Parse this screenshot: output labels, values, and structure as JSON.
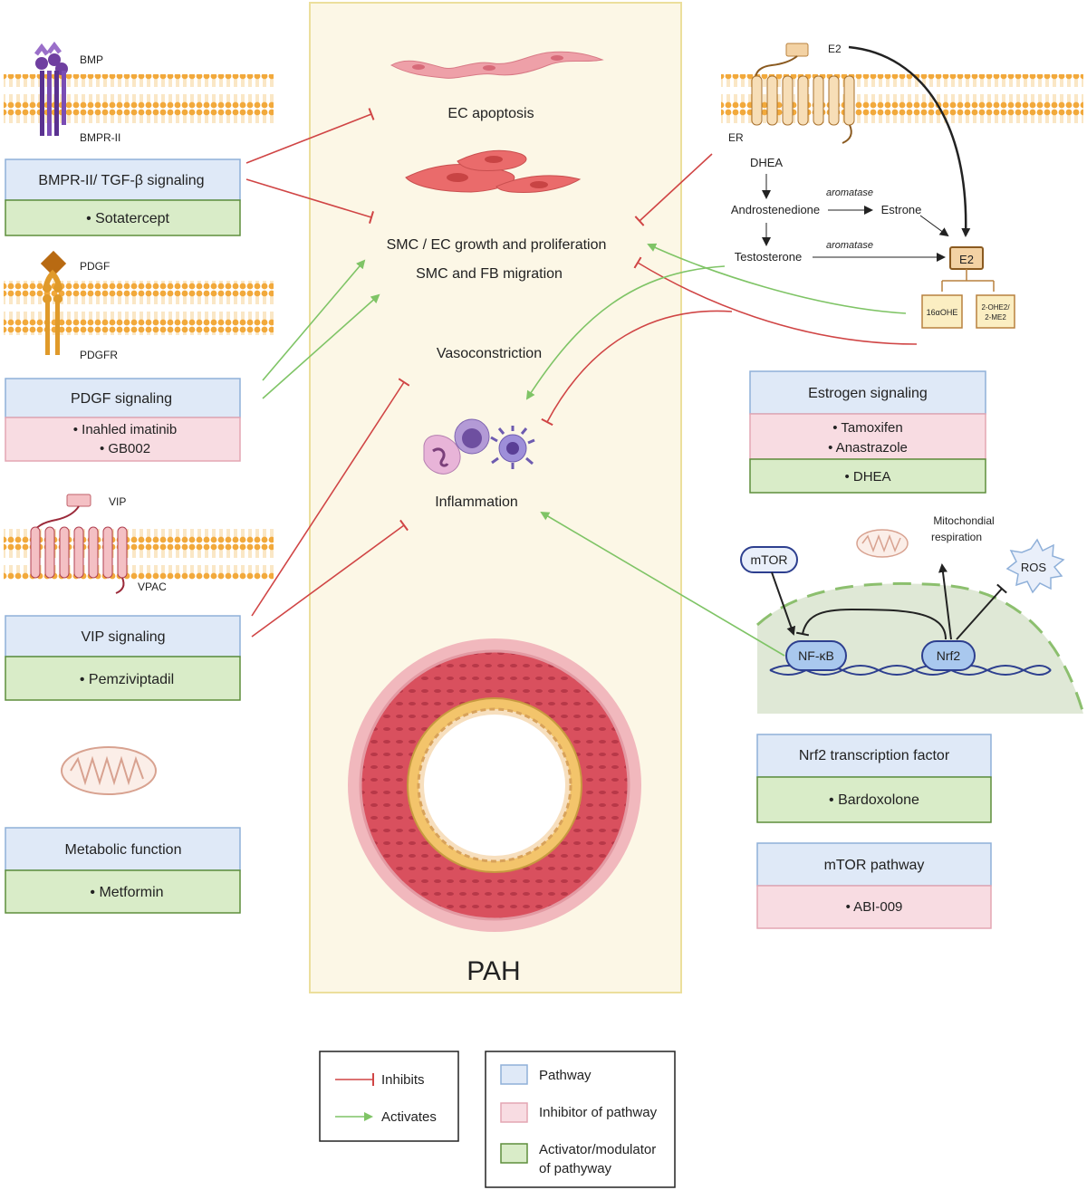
{
  "center": {
    "ec_apoptosis": "EC apoptosis",
    "growth": "SMC / EC growth and proliferation",
    "migration": "SMC and FB migration",
    "vasoconstriction": "Vasoconstriction",
    "inflammation": "Inflammation",
    "pah": "PAH"
  },
  "left": {
    "bmp_label": "BMP",
    "bmpr_label": "BMPR-II",
    "bmp_pathway": "BMPR-II/ TGF-β signaling",
    "bmp_drug": "• Sotatercept",
    "pdgf_label": "PDGF",
    "pdgfr_label": "PDGFR",
    "pdgf_pathway": "PDGF signaling",
    "pdgf_drug1": "• Inahled imatinib",
    "pdgf_drug2": "• GB002",
    "vip_label": "VIP",
    "vpac_label": "VPAC",
    "vip_pathway": "VIP signaling",
    "vip_drug": "• Pemziviptadil",
    "metabolic_pathway": "Metabolic function",
    "metabolic_drug": "• Metformin"
  },
  "right": {
    "e2_top": "E2",
    "er_label": "ER",
    "dhea": "DHEA",
    "androstenedione": "Androstenedione",
    "estrone": "Estrone",
    "testosterone": "Testosterone",
    "aromatase1": "aromatase",
    "aromatase2": "aromatase",
    "e2_box": "E2",
    "ohe": "16αOHE",
    "me2_line1": "2-OHE2/",
    "me2_line2": "2-ME2",
    "estrogen_pathway": "Estrogen signaling",
    "estrogen_drug1": "• Tamoxifen",
    "estrogen_drug2": "• Anastrazole",
    "estrogen_drug3": "• DHEA",
    "mito_line1": "Mitochondial",
    "mito_line2": "respiration",
    "mtor": "mTOR",
    "ros": "ROS",
    "nfkb": "NF-κB",
    "nrf2": "Nrf2",
    "nrf2_pathway": "Nrf2 transcription factor",
    "nrf2_drug": "• Bardoxolone",
    "mtor_pathway": "mTOR pathway",
    "mtor_drug": "• ABI-009"
  },
  "legend": {
    "inhibits": "Inhibits",
    "activates": "Activates",
    "pathway": "Pathway",
    "inhibitor": "Inhibitor of pathway",
    "activator_line1": "Activator/modulator",
    "activator_line2": "of pathyway"
  },
  "colors": {
    "pathway": "#dfe9f7",
    "inhibitor": "#f8dce2",
    "activator": "#d9ecc8",
    "inhibit_arrow": "#d04545",
    "activate_arrow": "#7fc466",
    "membrane": "#f2a93b",
    "center_panel": "#fcf7e6"
  }
}
